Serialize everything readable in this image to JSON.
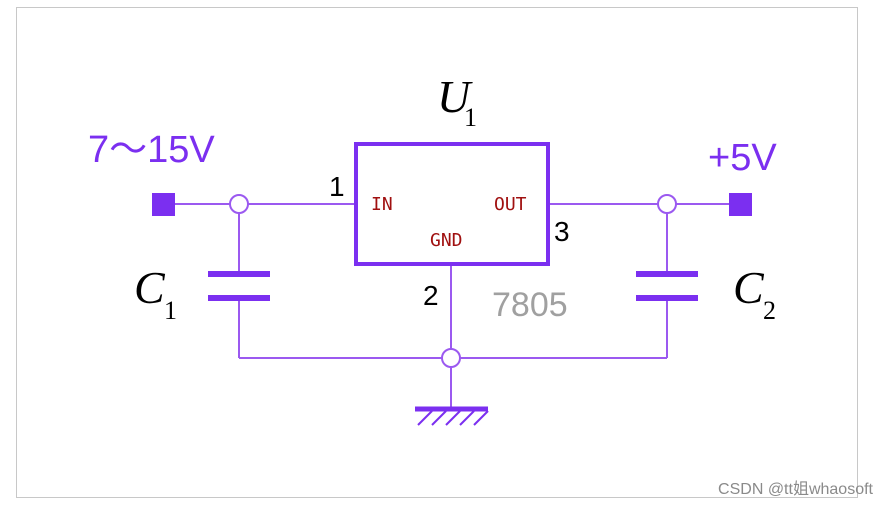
{
  "colors": {
    "wire": "#9b59f0",
    "accent": "#7b2ff0",
    "text": "#000000",
    "pin_label": "#a01010",
    "part_number": "#a0a0a0",
    "frame": "#c8c8c8",
    "watermark": "#8a8a8a"
  },
  "input_label": "7～15V",
  "output_label": "+5V",
  "regulator": {
    "designator_letter": "U",
    "designator_index": "1",
    "part_number": "7805",
    "pins": {
      "in_label": "IN",
      "out_label": "OUT",
      "gnd_label": "GND",
      "in_number": "1",
      "gnd_number": "2",
      "out_number": "3"
    }
  },
  "capacitors": {
    "c1": {
      "letter": "C",
      "index": "1"
    },
    "c2": {
      "letter": "C",
      "index": "2"
    }
  },
  "watermark": "CSDN @tt姐whaosoft"
}
